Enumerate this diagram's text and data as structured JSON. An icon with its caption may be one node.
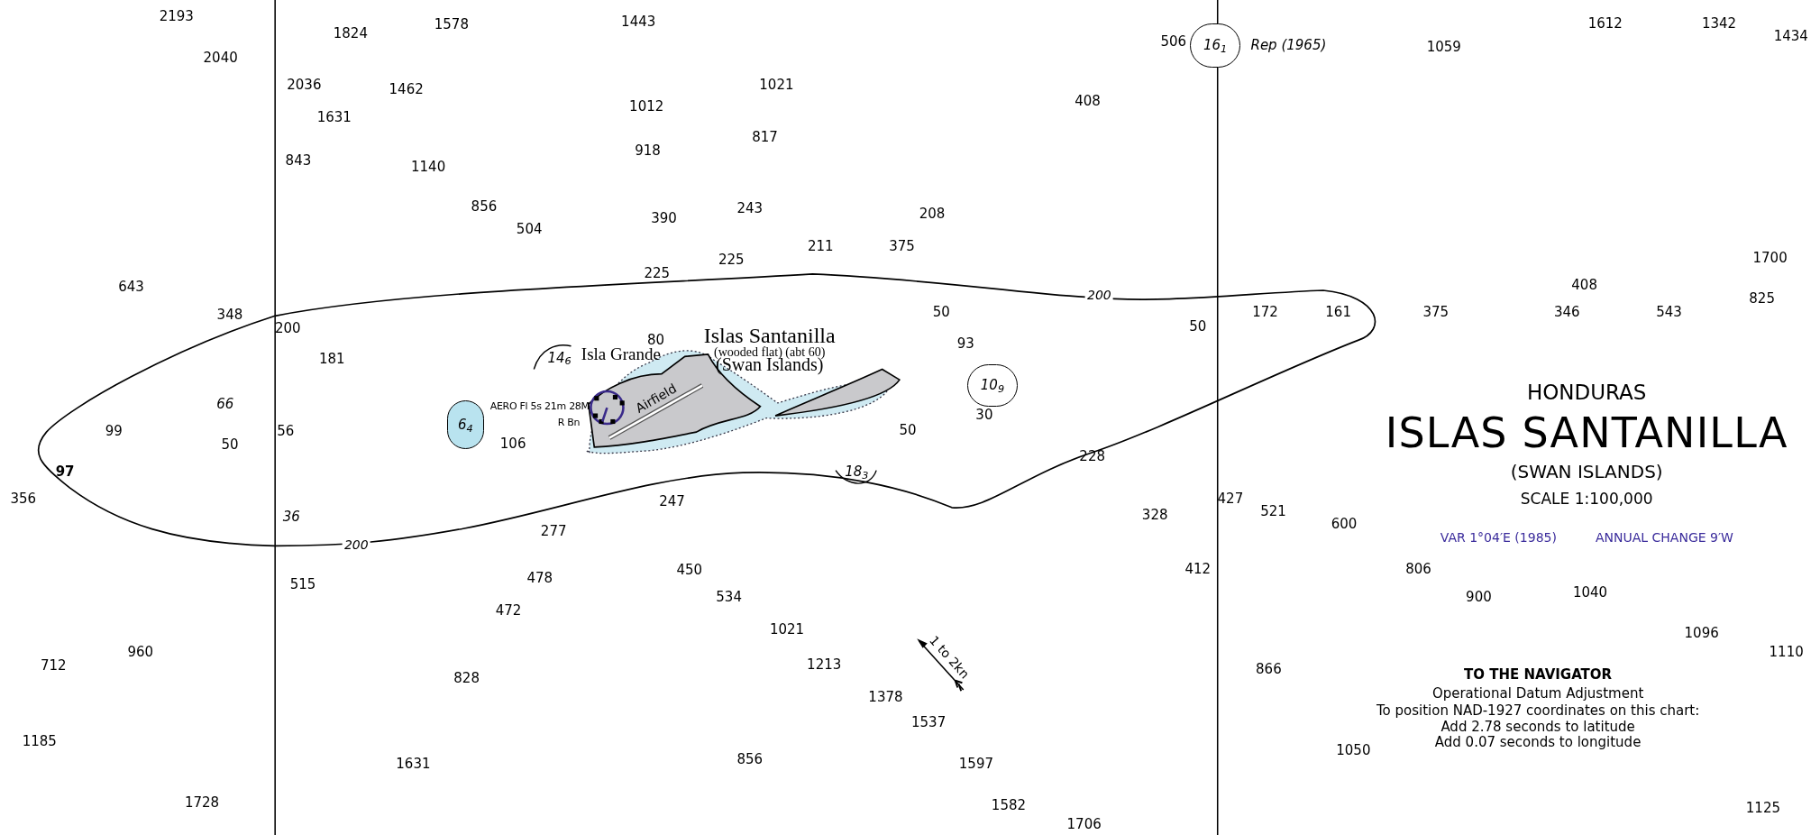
{
  "diagram": {
    "nodes": [
      {
        "text": [
          "16$_{1}$"
        ],
        "beside": [
          "Rep (1965)"
        ]
      },
      {
        "text": [
          "10$_{9}$"
        ]
      },
      {
        "text": [
          "6$_{4}$"
        ]
      }
    ],
    "labels": [
      "2193",
      "1824",
      "1578",
      "1443",
      "506",
      "1059",
      "1612",
      "1342",
      "1434",
      "2040",
      "2036",
      "1462",
      "1021",
      "408",
      "1631",
      "1012",
      "817",
      "843",
      "918",
      "1140",
      "856",
      "390",
      "243",
      "208",
      "504",
      "211",
      "375",
      "1700",
      "225",
      "225",
      "643",
      "200",
      "408",
      "825",
      "348",
      "200",
      "50",
      "172",
      "161",
      "375",
      "346",
      "543",
      "50",
      "80",
      "Islas Santanilla",
      "93",
      "181",
      "14$_{6}$",
      "Isla Grande",
      "(wooded flat) (abt 60)",
      "(Swan Islands)",
      "Airfield",
      "AERO Fl 5s 21m 28M",
      "R Bn",
      "30",
      "66",
      "99",
      "50",
      "56",
      "106",
      "50",
      "97",
      "228",
      "18$_{3}$",
      "HONDURAS",
      "ISLAS SANTANILLA",
      "(SWAN ISLANDS)",
      "356",
      "247",
      "427",
      "SCALE 1:100,000",
      "36",
      "328",
      "521",
      "600",
      "VAR 1°04′E (1985)",
      "ANNUAL CHANGE 9′W",
      "200",
      "277",
      "450",
      "478",
      "412",
      "806",
      "515",
      "534",
      "900",
      "1040",
      "472",
      "1021",
      "1096",
      "712",
      "960",
      "1213",
      "1 to 2kn",
      "1110",
      "828",
      "866",
      "TO THE NAVIGATOR",
      "Operational Datum Adjustment",
      "To position NAD-1927 coordinates on this chart:",
      "Add 2.78 seconds to latitude",
      "Add 0.07 seconds to longitude",
      "1378",
      "1537",
      "1185",
      "1050",
      "1631",
      "856",
      "1597",
      "1728",
      "1582",
      "1706",
      "1125"
    ]
  }
}
